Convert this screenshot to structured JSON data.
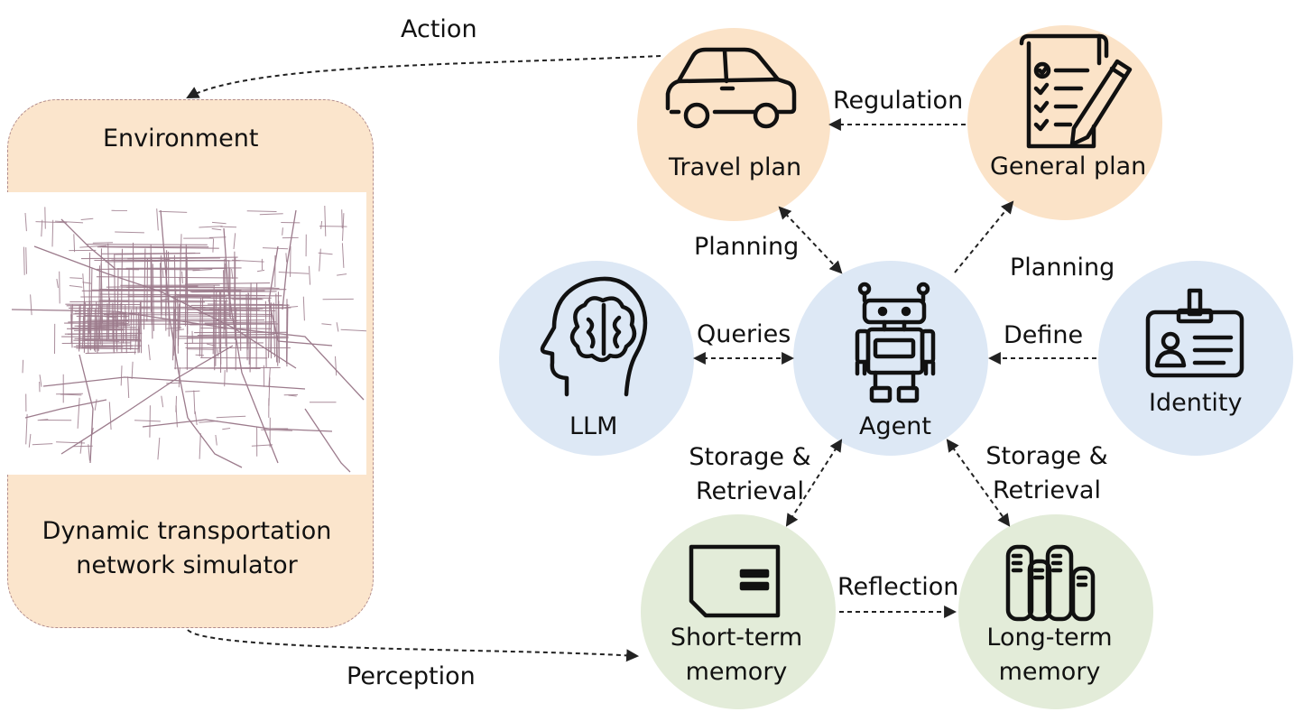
{
  "environment": {
    "title": "Environment",
    "subtitle_line1": "Dynamic transportation",
    "subtitle_line2": "network simulator"
  },
  "nodes": {
    "travel_plan": "Travel plan",
    "general_plan": "General plan",
    "llm": "LLM",
    "agent": "Agent",
    "identity": "Identity",
    "short_term_line1": "Short-term",
    "short_term_line2": "memory",
    "long_term_line1": "Long-term",
    "long_term_line2": "memory"
  },
  "edges": {
    "action": "Action",
    "regulation": "Regulation",
    "planning_left": "Planning",
    "planning_right": "Planning",
    "queries": "Queries",
    "define": "Define",
    "storage_left_line1": "Storage &",
    "storage_left_line2": "Retrieval",
    "storage_right_line1": "Storage &",
    "storage_right_line2": "Retrieval",
    "reflection": "Reflection",
    "perception": "Perception"
  },
  "colors": {
    "orange_fill": "#fbe3c8",
    "blue_fill": "#dde8f5",
    "green_fill": "#e3ecd9",
    "map_lines": "#9c7b8c",
    "arrow": "#222222"
  },
  "icons": [
    "car-icon",
    "checklist-pencil-icon",
    "head-brain-icon",
    "robot-icon",
    "id-badge-icon",
    "notecard-icon",
    "books-icon",
    "road-network-map"
  ]
}
